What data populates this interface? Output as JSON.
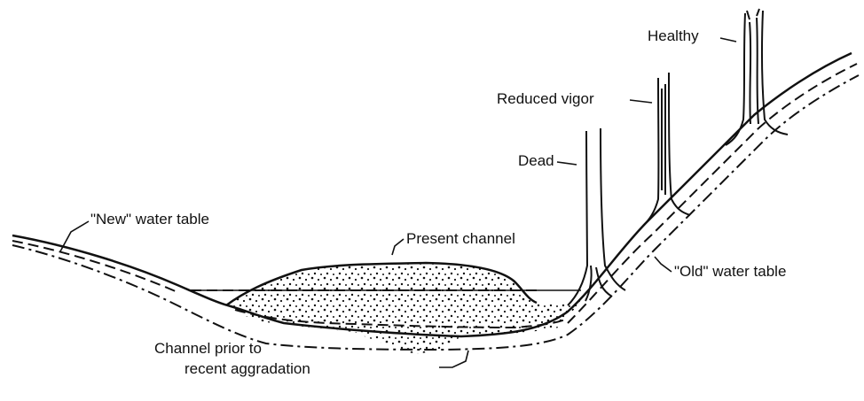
{
  "labels": {
    "healthy": "Healthy",
    "reduced_vigor": "Reduced  vigor",
    "dead": "Dead",
    "new_water_table": "\"New\"  water  table",
    "present_channel": "Present  channel",
    "old_water_table": "\"Old\"  water  table",
    "channel_prior_line1": "Channel  prior  to",
    "channel_prior_line2": "recent  aggradation"
  },
  "colors": {
    "ink": "#111111",
    "paper": "#ffffff"
  }
}
